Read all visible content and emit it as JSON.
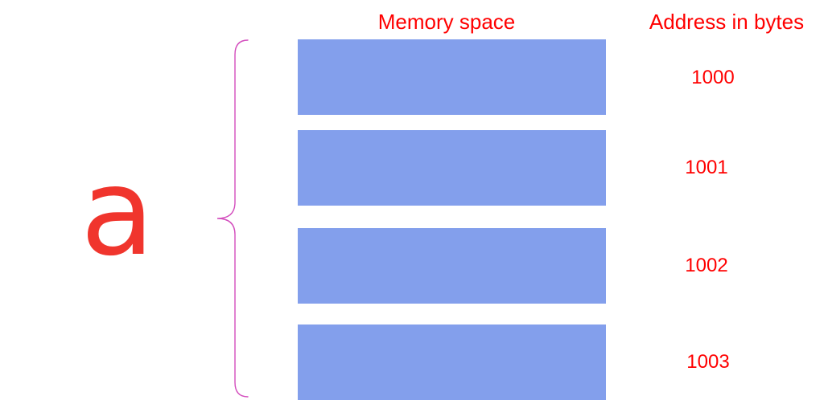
{
  "diagram": {
    "headings": {
      "memory_space": "Memory space",
      "address": "Address in bytes"
    },
    "variable_name": "a",
    "cells": [
      {
        "address": "1000"
      },
      {
        "address": "1001"
      },
      {
        "address": "1002"
      },
      {
        "address": "1003"
      }
    ],
    "colors": {
      "label_text": "#ff0000",
      "variable_text": "#f0352d",
      "cell_fill": "#839fec",
      "brace_stroke": "#d34dbd",
      "background": "#ffffff"
    }
  }
}
